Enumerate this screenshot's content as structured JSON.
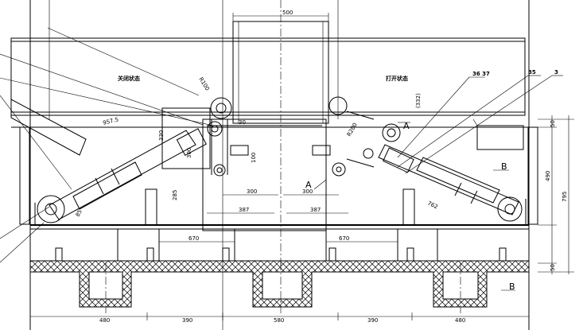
{
  "labels": {
    "closed_state": "关闭状态",
    "open_state": "打开状态",
    "section_a": "A",
    "section_b": "B",
    "part_36_37": "36 37",
    "part_35": "35",
    "part_3": "3"
  },
  "dims": {
    "top_500": "500",
    "radius_r100": "R100",
    "radius_r200": "R200",
    "d_30": "30",
    "d_332": "(332)",
    "d_957_5": "957.5",
    "d_762": "762",
    "d_330": "330",
    "d_300_small": "300",
    "d_100": "100",
    "d_285": "285",
    "d_85": "85",
    "d_300_left": "300",
    "d_300_right": "300",
    "d_387_left": "387",
    "d_387_right": "387",
    "d_670_left": "670",
    "d_670_right": "670",
    "d_50_top": "50",
    "d_490": "490",
    "d_795": "795",
    "d_50_bottom": "50",
    "bottom": [
      "480",
      "390",
      "580",
      "390",
      "480"
    ]
  }
}
